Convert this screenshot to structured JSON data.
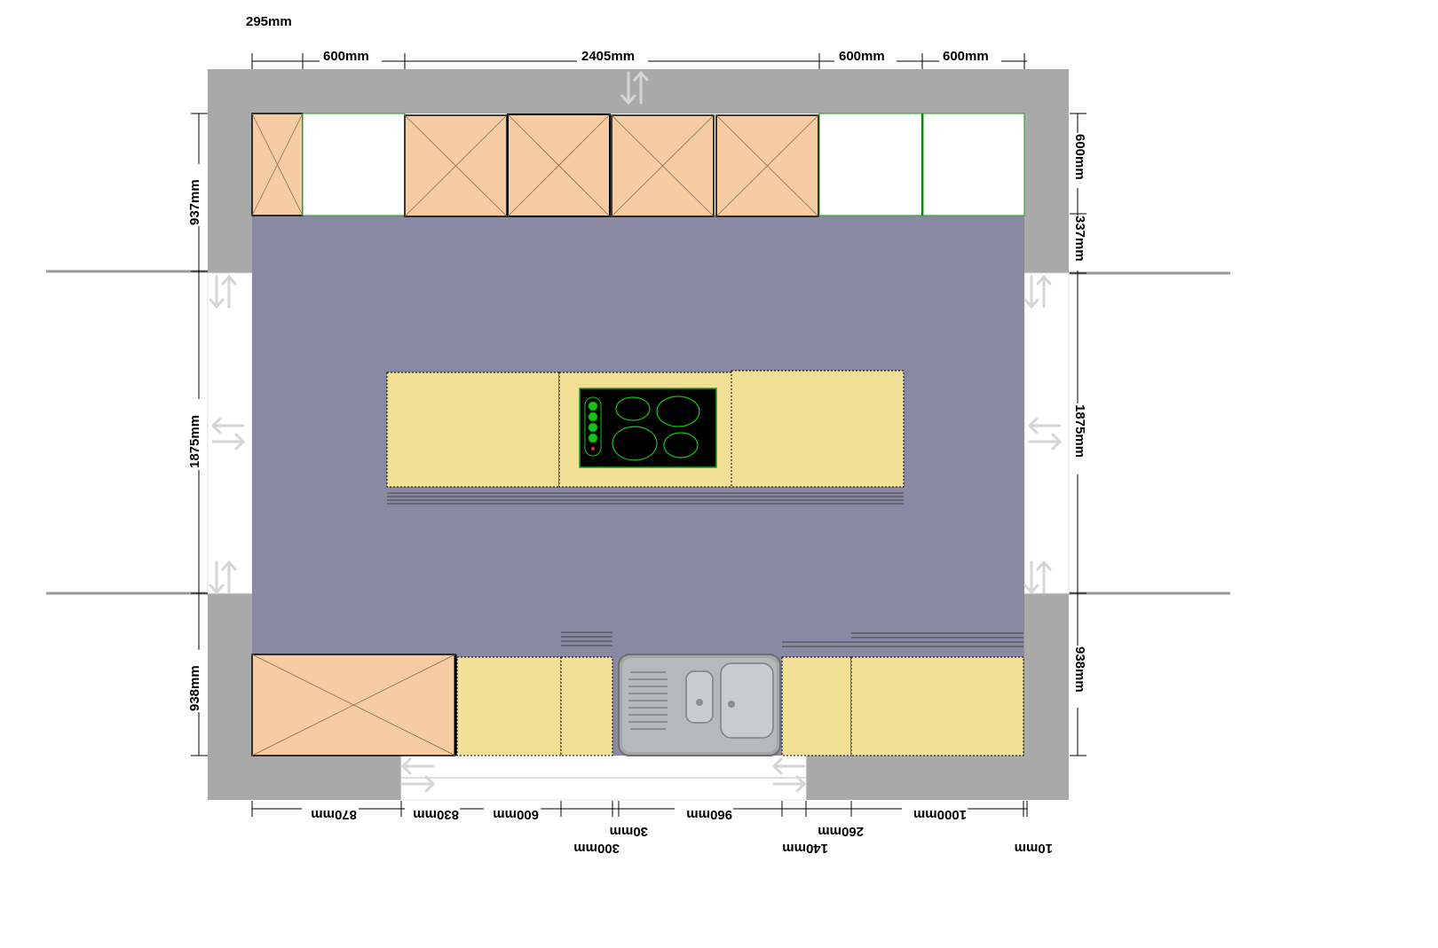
{
  "colors": {
    "wall": "#a9a9a9",
    "floor": "#8a89a3",
    "tall_unit": "#f7cca3",
    "base_unit": "#f2df96",
    "open_space": "#ffffff",
    "open_space_outline": "#1aa01a",
    "hob": "#000000",
    "hob_ring": "#19c419",
    "dim_line": "#000000"
  },
  "dimensions": {
    "top_offset": "295mm",
    "top_600_a": "600mm",
    "top_2405": "2405mm",
    "top_600_b": "600mm",
    "top_600_c": "600mm",
    "left_937": "937mm",
    "left_1875": "1875mm",
    "left_938": "938mm",
    "right_600": "600mm",
    "right_337": "337mm",
    "right_1875": "1875mm",
    "right_938": "938mm",
    "bottom_870": "870mm",
    "bottom_830": "830mm",
    "bottom_600": "600mm",
    "bottom_300": "300mm",
    "bottom_30": "30mm",
    "bottom_960": "960mm",
    "bottom_140": "140mm",
    "bottom_260": "260mm",
    "bottom_1000": "1000mm",
    "bottom_10": "10mm"
  },
  "icons": {
    "door_arrow": "vertical-double-arrow-icon",
    "opening_arrow": "horizontal-double-arrow-icon"
  }
}
